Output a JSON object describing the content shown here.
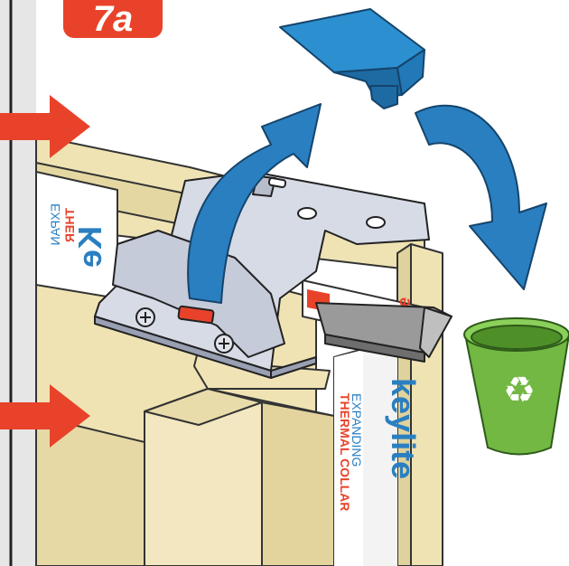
{
  "step": {
    "number": "7a"
  },
  "collar_label": {
    "brand": "keylite",
    "line1": "EXPANDING",
    "line2": "THERMAL COLLAR"
  },
  "side_label": {
    "line1": "EXPAN",
    "line2": "THER",
    "brand": "Ke"
  },
  "top_label": {
    "brand_fragment": "Ke"
  },
  "colors": {
    "accent_red": "#e8432a",
    "arrow_blue": "#2a7fc1",
    "frame_wood": "#efe3b4",
    "hinge_grey": "#d7dbe6",
    "bin_green": "#72b843",
    "clip_blue": "#2c8fd0"
  },
  "icons": [
    "recycle-icon",
    "arrow-right-icon",
    "curved-arrow-up-icon",
    "curved-arrow-down-icon",
    "trash-bin-icon"
  ]
}
